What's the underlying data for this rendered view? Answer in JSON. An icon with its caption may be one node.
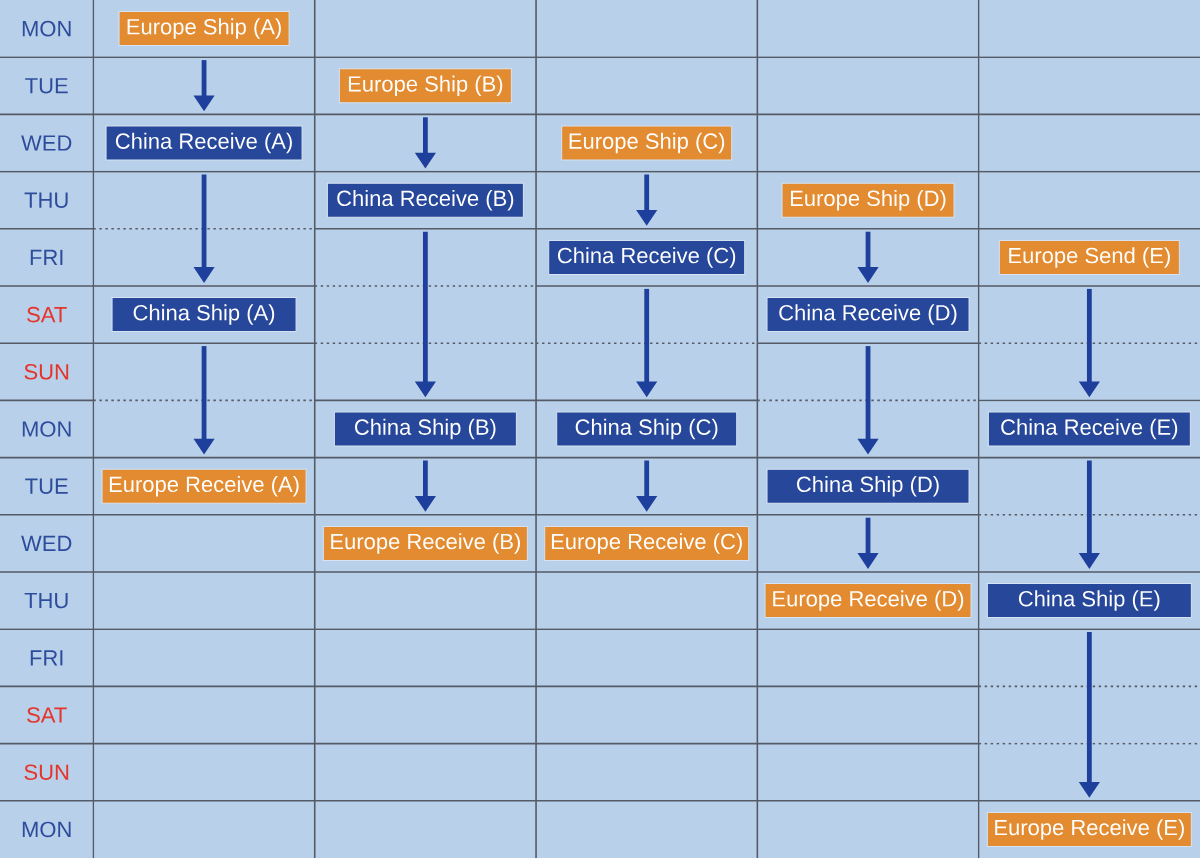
{
  "diagram": {
    "nodes": [
      {
        "text": [
          "Europe Ship (A)"
        ]
      },
      {
        "text": [
          "Europe Ship (B)"
        ]
      },
      {
        "text": [
          "China Receive (A)"
        ]
      },
      {
        "text": [
          "Europe Ship (C)"
        ]
      },
      {
        "text": [
          "China Receive (B)"
        ]
      },
      {
        "text": [
          "Europe Ship (D)"
        ]
      },
      {
        "text": [
          "China Receive (C)"
        ]
      },
      {
        "text": [
          "Europe Send (E)"
        ]
      },
      {
        "text": [
          "China Ship (A)"
        ]
      },
      {
        "text": [
          "China Receive (D)"
        ]
      },
      {
        "text": [
          "China Ship (B)"
        ]
      },
      {
        "text": [
          "China Ship (C)"
        ]
      },
      {
        "text": [
          "China Receive (E)"
        ]
      },
      {
        "text": [
          "Europe Receive (A)"
        ]
      },
      {
        "text": [
          "China Ship (D)"
        ]
      },
      {
        "text": [
          "Europe Receive (B)"
        ]
      },
      {
        "text": [
          "Europe Receive (C)"
        ]
      },
      {
        "text": [
          "Europe Receive (D)"
        ]
      },
      {
        "text": [
          "China Ship (E)"
        ]
      },
      {
        "text": [
          "Europe Receive (E)"
        ]
      }
    ],
    "edges": [
      {
        "from": 0,
        "to": 2,
        "arrow": "to"
      },
      {
        "from": 2,
        "to": 8,
        "arrow": "to"
      },
      {
        "from": 8,
        "to": 13,
        "arrow": "to"
      },
      {
        "from": 1,
        "to": 4,
        "arrow": "to"
      },
      {
        "from": 4,
        "to": 10,
        "arrow": "to"
      },
      {
        "from": 10,
        "to": 15,
        "arrow": "to"
      },
      {
        "from": 3,
        "to": 6,
        "arrow": "to"
      },
      {
        "from": 6,
        "to": 11,
        "arrow": "to"
      },
      {
        "from": 11,
        "to": 16,
        "arrow": "to"
      },
      {
        "from": 5,
        "to": 9,
        "arrow": "to"
      },
      {
        "from": 9,
        "to": 14,
        "arrow": "to"
      },
      {
        "from": 14,
        "to": 17,
        "arrow": "to"
      },
      {
        "from": 7,
        "to": 12,
        "arrow": "to"
      },
      {
        "from": 12,
        "to": 18,
        "arrow": "to"
      },
      {
        "from": 18,
        "to": 19,
        "arrow": "to"
      }
    ],
    "labels": [
      "MON",
      "TUE",
      "WED",
      "THU",
      "FRI",
      "SAT",
      "SUN",
      "MON",
      "TUE",
      "WED",
      "THU",
      "FRI",
      "SAT",
      "SUN",
      "MON"
    ]
  }
}
